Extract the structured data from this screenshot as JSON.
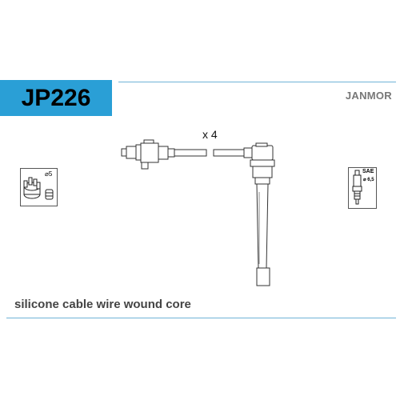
{
  "header": {
    "part_code": "JP226",
    "brand": "JANMOR"
  },
  "diagram": {
    "quantity_label": "x 4",
    "distributor_symbol": "⌀5",
    "plug_standard": "SAE",
    "plug_size": "⌀ 6,5"
  },
  "footer": {
    "description": "silicone cable wire wound core"
  },
  "colors": {
    "accent": "#2a9fd6",
    "line": "#6fb3d6"
  }
}
